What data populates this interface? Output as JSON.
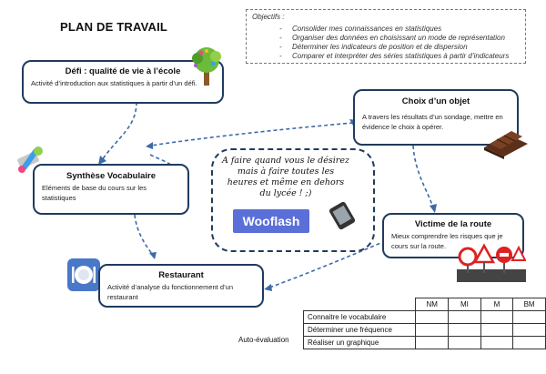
{
  "title": "PLAN DE TRAVAIL",
  "objectives": {
    "heading": "Objectifs :",
    "items": [
      "Consolider mes connaissances en statistiques",
      "Organiser des données en choisissant un mode de représentation",
      "Déterminer les indicateurs de position et de dispersion",
      "Comparer et interpréter des séries statistiques à partir d’indicateurs"
    ]
  },
  "boxes": {
    "defi": {
      "title": "Défi : qualité de vie à l’école",
      "desc": "Activité d’introduction aux statistiques à partir d’un défi."
    },
    "choix": {
      "title": "Choix d’un objet",
      "desc": "A travers les résultats d’un sondage, mettre en évidence le choix à opérer."
    },
    "synthese": {
      "title": "Synthèse Vocabulaire",
      "desc": "Eléments de base du cours sur les statistiques"
    },
    "victime": {
      "title": "Victime de la route",
      "desc": "Mieux comprendre les risques que je cours sur la route."
    },
    "restaurant": {
      "title": "Restaurant",
      "desc": "Activité d’analyse du fonctionnement d’un restaurant"
    }
  },
  "center": {
    "text": "A faire quand vous le désirez mais à faire toutes les heures et même en dehors du lycée ! ;)",
    "brand": "Wooflash"
  },
  "self_eval": {
    "label": "Auto-évaluation",
    "columns": [
      "NM",
      "MI",
      "M",
      "BM"
    ],
    "rows": [
      "Connaitre le vocabulaire",
      "Déterminer une fréquence",
      "Réaliser un graphique"
    ]
  },
  "icons": {
    "tree": "tree-icon",
    "chocolate": "chocolate-icon",
    "tools": "tools-icon",
    "road-signs": "road-signs-icon",
    "plate": "restaurant-plate-icon",
    "phone": "smartphone-icon"
  }
}
